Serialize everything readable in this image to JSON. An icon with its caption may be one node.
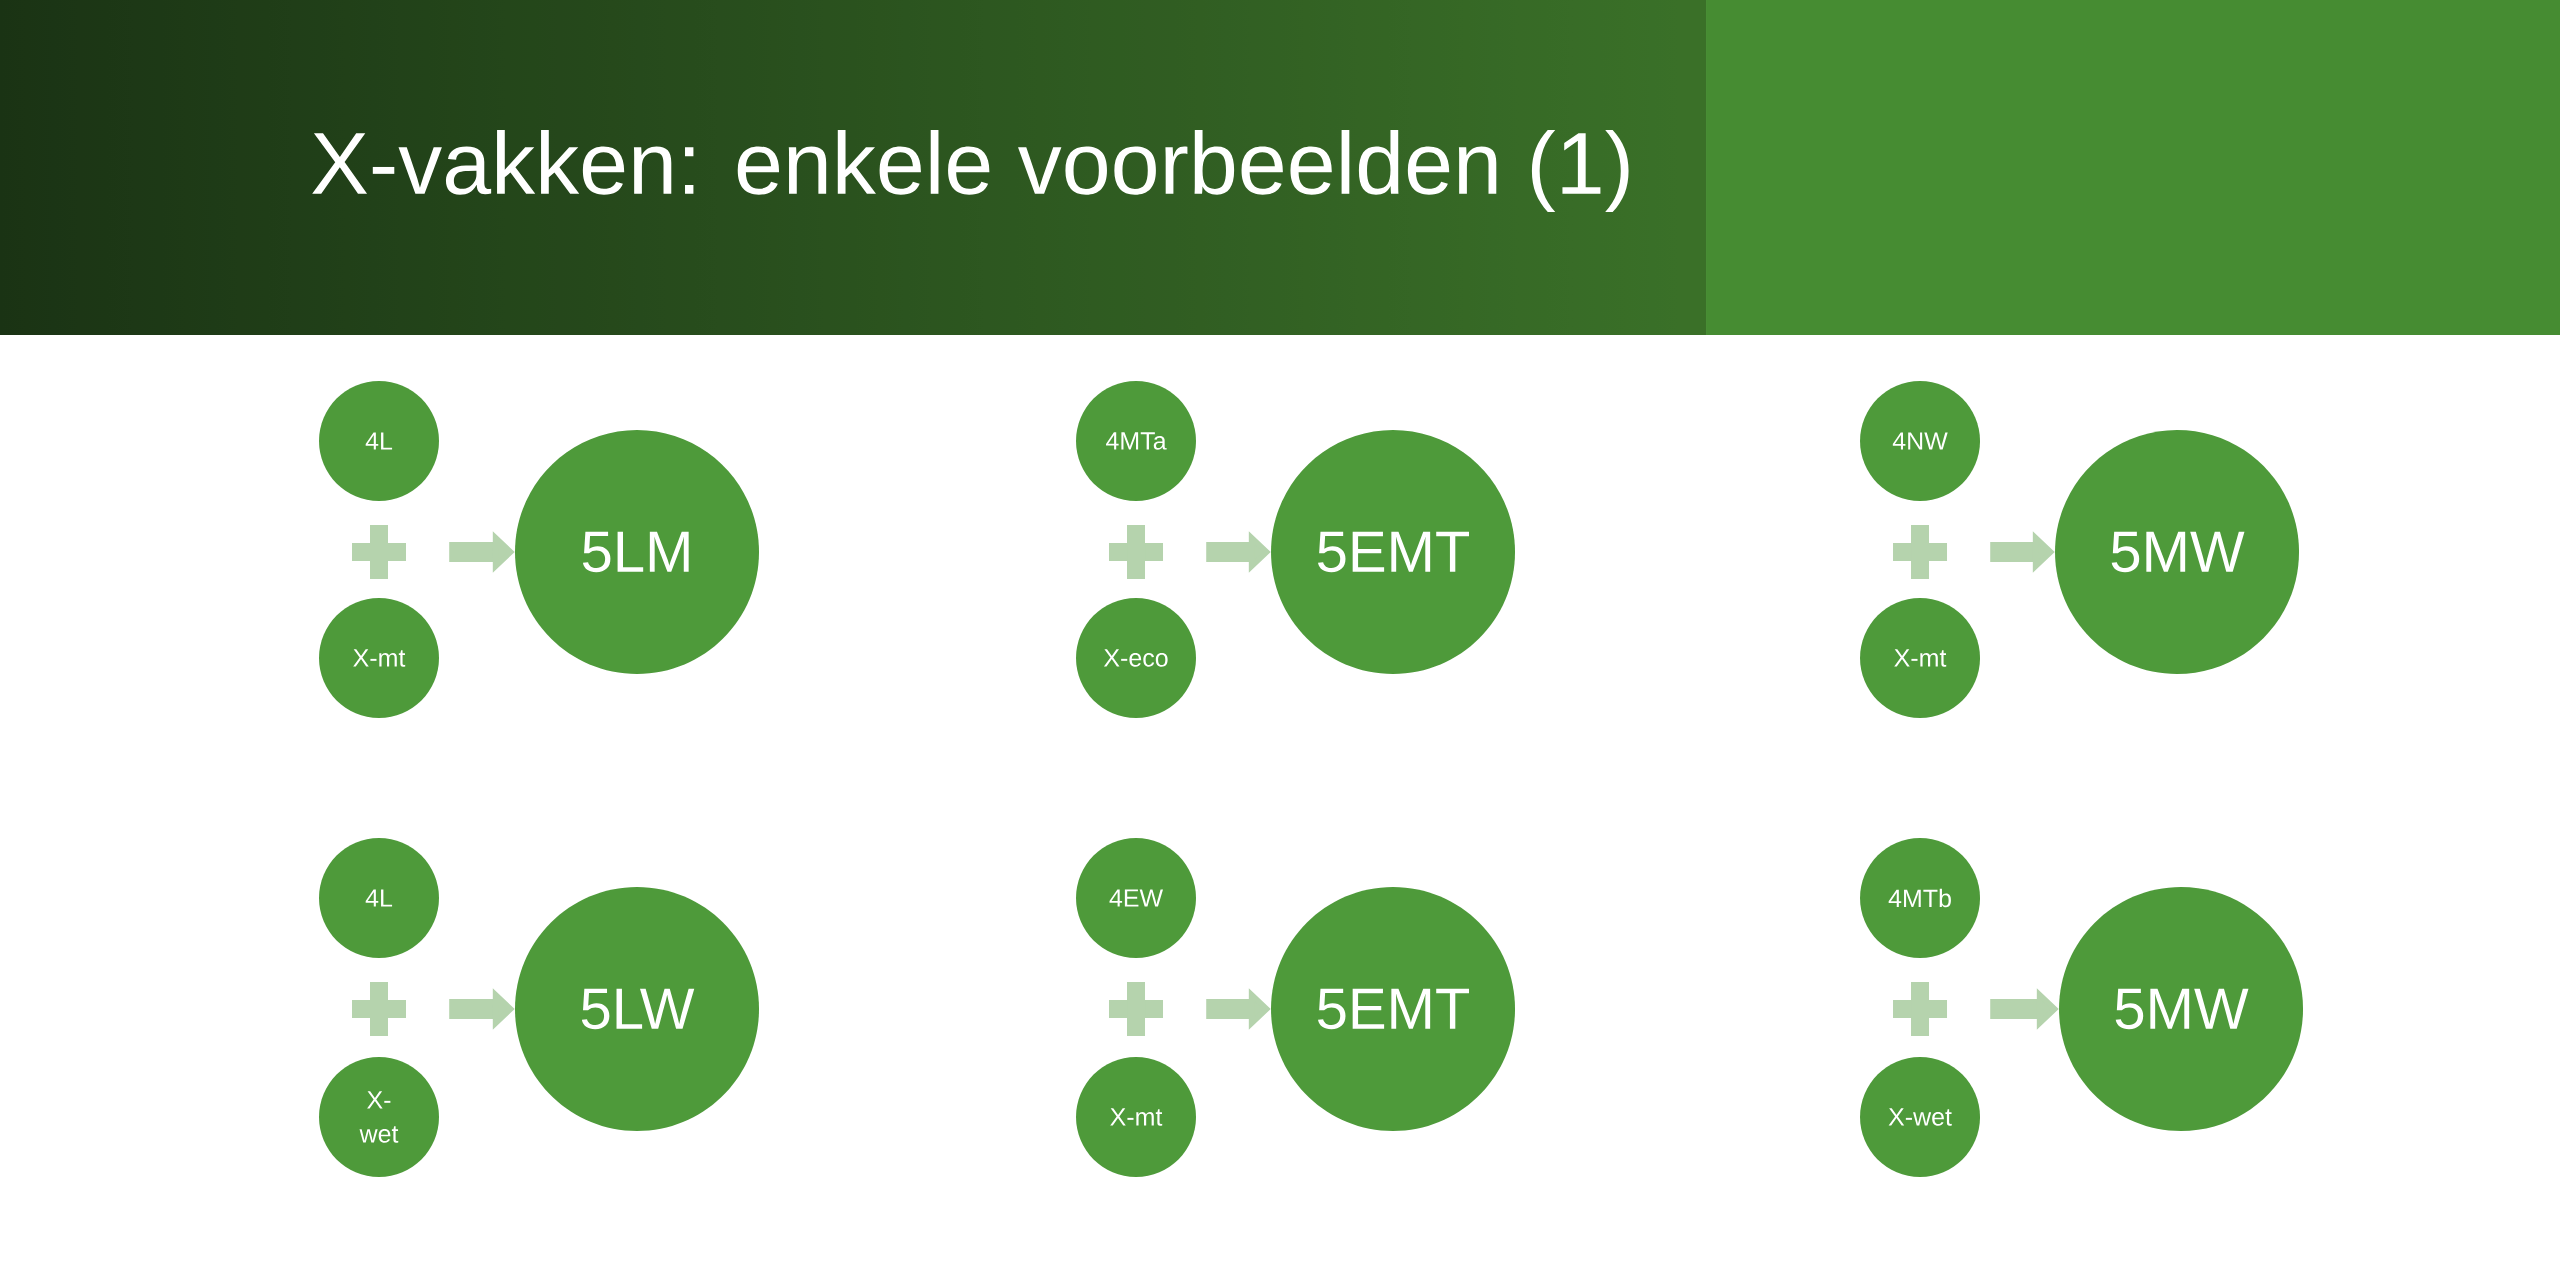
{
  "diagram": {
    "title": "X-vakken: enkele voorbeelden (1)",
    "nodes": [
      {
        "text": [
          "4L"
        ]
      },
      {
        "text": [],
        "shape": "plus"
      },
      {
        "text": [
          "X-mt"
        ]
      },
      {
        "text": [
          "5LM"
        ]
      },
      {
        "text": [
          "4MTa"
        ]
      },
      {
        "text": [],
        "shape": "plus"
      },
      {
        "text": [
          "X-eco"
        ]
      },
      {
        "text": [
          "5EMT"
        ]
      },
      {
        "text": [
          "4NW"
        ]
      },
      {
        "text": [],
        "shape": "plus"
      },
      {
        "text": [
          "X-mt"
        ]
      },
      {
        "text": [
          "5MW"
        ]
      },
      {
        "text": [
          "4L"
        ]
      },
      {
        "text": [],
        "shape": "plus"
      },
      {
        "text": [
          "X-wet"
        ]
      },
      {
        "text": [
          "5LW"
        ]
      },
      {
        "text": [
          "4EW"
        ]
      },
      {
        "text": [],
        "shape": "plus"
      },
      {
        "text": [
          "X-mt"
        ]
      },
      {
        "text": [
          "5EMT"
        ]
      },
      {
        "text": [
          "4MTb"
        ]
      },
      {
        "text": [],
        "shape": "plus"
      },
      {
        "text": [
          "X-wet"
        ]
      },
      {
        "text": [
          "5MW"
        ]
      }
    ],
    "edges": [
      {
        "from": 1,
        "to": 3,
        "arrow": "to"
      },
      {
        "from": 5,
        "to": 7,
        "arrow": "to"
      },
      {
        "from": 9,
        "to": 11,
        "arrow": "to"
      },
      {
        "from": 13,
        "to": 15,
        "arrow": "to"
      },
      {
        "from": 17,
        "to": 19,
        "arrow": "to"
      },
      {
        "from": 21,
        "to": 23,
        "arrow": "to"
      }
    ]
  }
}
